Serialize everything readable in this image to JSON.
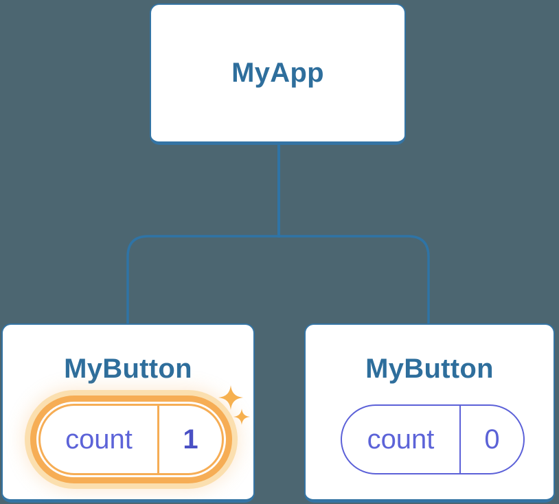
{
  "diagram": {
    "type": "component-tree",
    "background_color": "#4C6671",
    "node_border_color": "#3474A4",
    "node_title_color": "#2E6E9C",
    "state_text_color": "#5C63D8",
    "highlight_color": "#F6AD55",
    "highlight_glow_color": "#FBDFAF",
    "connector_color": "#2F74A6",
    "icons": {
      "sparkle_large": "sparkle-icon",
      "sparkle_small": "sparkle-icon"
    },
    "root": {
      "label": "MyApp"
    },
    "children": [
      {
        "label": "MyButton",
        "highlighted": true,
        "state": {
          "key": "count",
          "value": "1"
        }
      },
      {
        "label": "MyButton",
        "highlighted": false,
        "state": {
          "key": "count",
          "value": "0"
        }
      }
    ]
  }
}
